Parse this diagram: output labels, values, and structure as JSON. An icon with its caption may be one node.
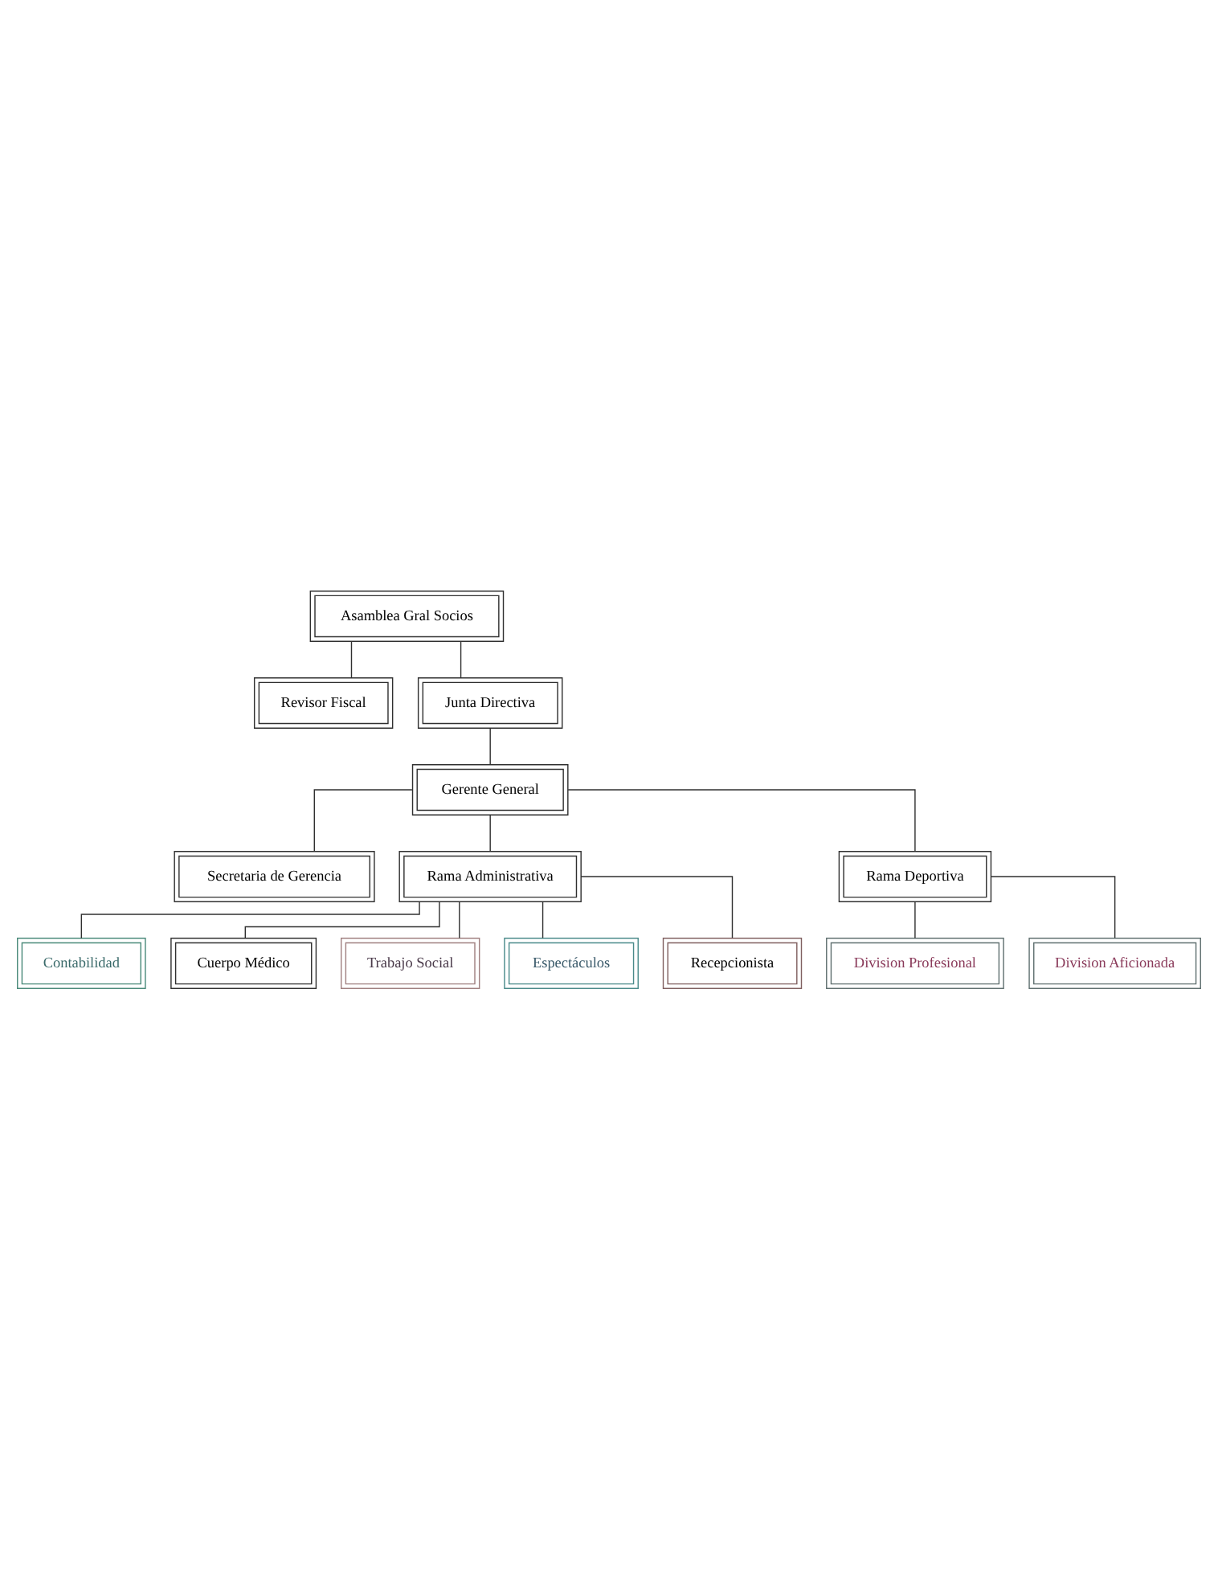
{
  "diagram": {
    "nodes": [
      {
        "text": [
          "Asamblea Gral Socios"
        ]
      },
      {
        "text": [
          "Revisor Fiscal"
        ]
      },
      {
        "text": [
          "Junta Directiva"
        ]
      },
      {
        "text": [
          "Gerente General"
        ]
      },
      {
        "text": [
          "Secretaria de Gerencia"
        ]
      },
      {
        "text": [
          "Rama Administrativa"
        ]
      },
      {
        "text": [
          "Rama Deportiva"
        ]
      },
      {
        "text": [
          "Division Profesional"
        ]
      },
      {
        "text": [
          "Division Aficionada"
        ]
      },
      {
        "text": [
          "Contabilidad"
        ]
      },
      {
        "text": [
          "Cuerpo Médico"
        ]
      },
      {
        "text": [
          "Trabajo Social"
        ]
      },
      {
        "text": [
          "Espectáculos"
        ]
      },
      {
        "text": [
          "Recepcionista"
        ]
      }
    ],
    "edges": [
      {
        "from": 0,
        "to": 1,
        "arrow": "none"
      },
      {
        "from": 0,
        "to": 2,
        "arrow": "none"
      },
      {
        "from": 2,
        "to": 3,
        "arrow": "none"
      },
      {
        "from": 3,
        "to": 4,
        "arrow": "none"
      },
      {
        "from": 3,
        "to": 5,
        "arrow": "none"
      },
      {
        "from": 3,
        "to": 6,
        "arrow": "none"
      },
      {
        "from": 6,
        "to": 7,
        "arrow": "none"
      },
      {
        "from": 6,
        "to": 8,
        "arrow": "none"
      },
      {
        "from": 5,
        "to": 9,
        "arrow": "none"
      },
      {
        "from": 5,
        "to": 10,
        "arrow": "none"
      },
      {
        "from": 5,
        "to": 11,
        "arrow": "none"
      },
      {
        "from": 5,
        "to": 12,
        "arrow": "none"
      },
      {
        "from": 5,
        "to": 13,
        "arrow": "none"
      }
    ]
  }
}
